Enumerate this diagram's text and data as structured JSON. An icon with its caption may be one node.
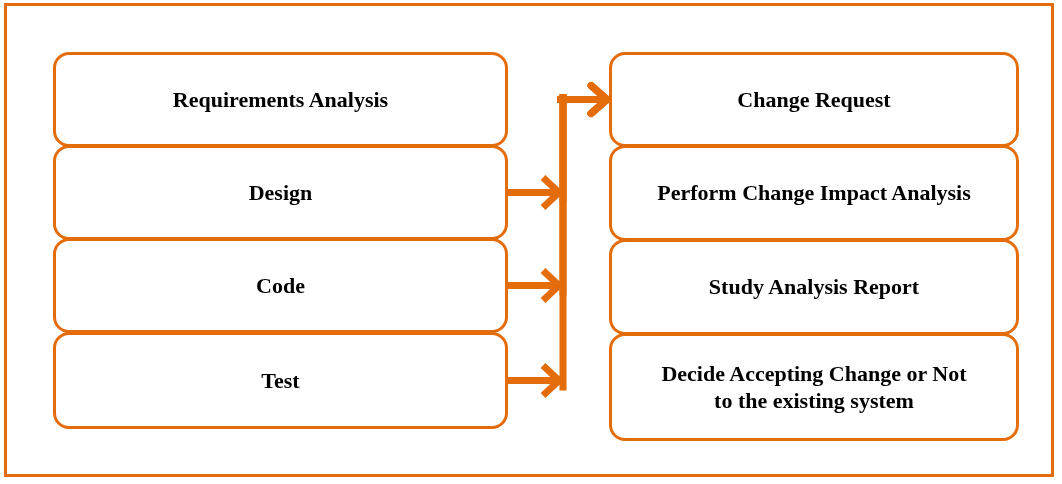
{
  "diagram": {
    "nodes": [
      {
        "text": [
          "Requirements Analysis"
        ]
      },
      {
        "text": [
          "Design"
        ]
      },
      {
        "text": [
          "Code"
        ]
      },
      {
        "text": [
          "Test"
        ]
      },
      {
        "text": [
          "Change Request"
        ]
      },
      {
        "text": [
          "Perform Change Impact Analysis"
        ]
      },
      {
        "text": [
          "Study Analysis Report"
        ]
      },
      {
        "text": [
          "Decide Accepting Change or Not to the existing system"
        ]
      }
    ],
    "edges": [
      {
        "from": 1,
        "to": 4,
        "arrow": "to"
      },
      {
        "from": 2,
        "to": 4,
        "arrow": "to"
      },
      {
        "from": 3,
        "to": 4,
        "arrow": "to"
      }
    ]
  }
}
